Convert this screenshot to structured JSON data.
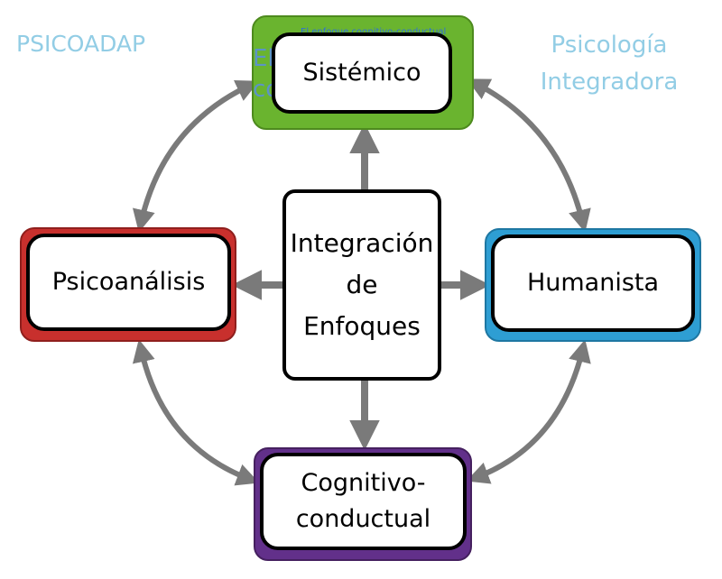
{
  "watermarks": {
    "left": "PSICOADAP",
    "right_line1": "Psicología",
    "right_line2": "Integradora"
  },
  "faint_text": {
    "top_small": "El enfoque cognitivo-conductual",
    "left_overlap_line1": "El",
    "left_overlap_line2": "co"
  },
  "center": {
    "line1": "Integración",
    "line2": "de",
    "line3": "Enfoques"
  },
  "nodes": {
    "sistemico": {
      "label": "Sistémico",
      "color": "#6ab42f"
    },
    "psicoanalisis": {
      "label": "Psicoanálisis",
      "color": "#c8302d"
    },
    "humanista": {
      "label": "Humanista",
      "color": "#2e9ed3"
    },
    "cognitivo": {
      "line1": "Cognitivo-",
      "line2": "conductual",
      "color": "#62308a"
    }
  },
  "colors": {
    "arrow": "#7a7a7a"
  }
}
